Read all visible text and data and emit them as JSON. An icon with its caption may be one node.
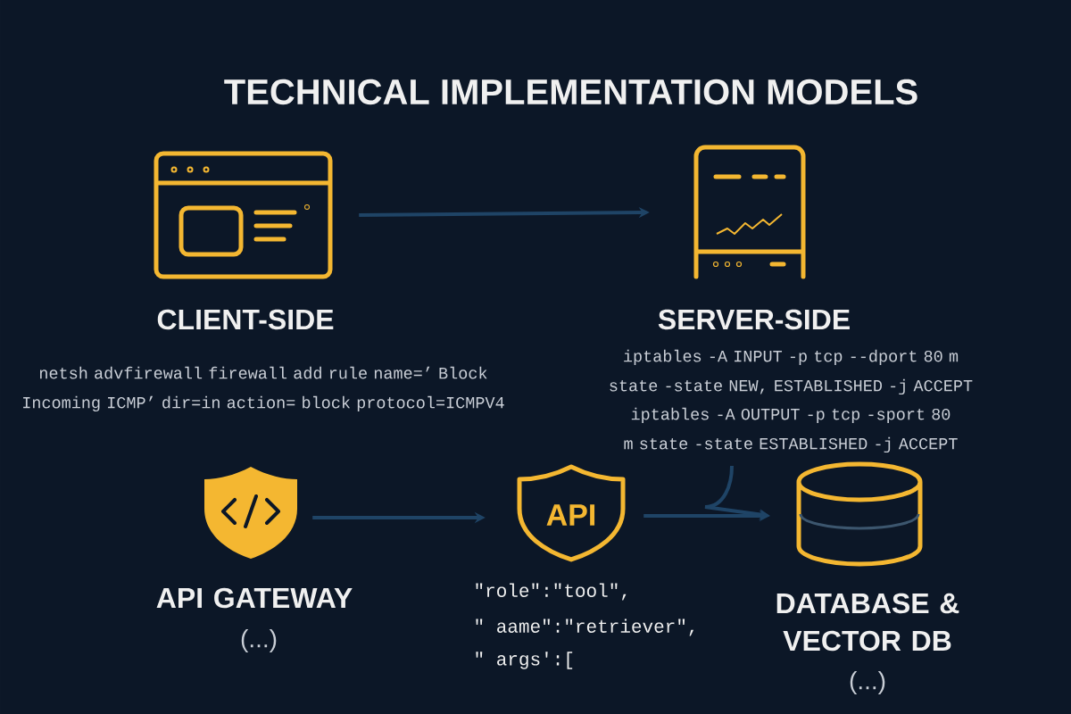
{
  "diagram": {
    "title": "TECHNICAL IMPLEMENTATION MODELS",
    "nodes": [
      {
        "text": [
          "CLIENT-SIDE",
          "netsh advfirewall firewall add rule name=’ Block Incoming ICMP’ dir=in action= block protocol=ICMPV4"
        ]
      },
      {
        "text": [
          "SERVER-SIDE",
          "iptables -A INPUT -p tcp --dport 80 m state -state NEW, ESTABLISHED -j ACCEPT",
          "iptables -A OUTPUT -p tcp -sport 80 m state -state ESTABLISHED -j ACCEPT"
        ]
      },
      {
        "text": [
          "API GATEWAY",
          "(...)"
        ]
      },
      {
        "text": [
          "API",
          "\"role\":\"tool\",",
          "\" aame\":\"retriever\",",
          "\" args':["
        ]
      },
      {
        "text": [
          "DATABASE & VECTOR DB",
          "(...)"
        ]
      }
    ],
    "edges": [
      {
        "from": 0,
        "to": 1,
        "arrow": "to"
      },
      {
        "from": 2,
        "to": 3,
        "arrow": "to"
      },
      {
        "from": 3,
        "to": 4,
        "arrow": "to"
      },
      {
        "from": 1,
        "to": 4,
        "arrow": "to"
      }
    ]
  }
}
